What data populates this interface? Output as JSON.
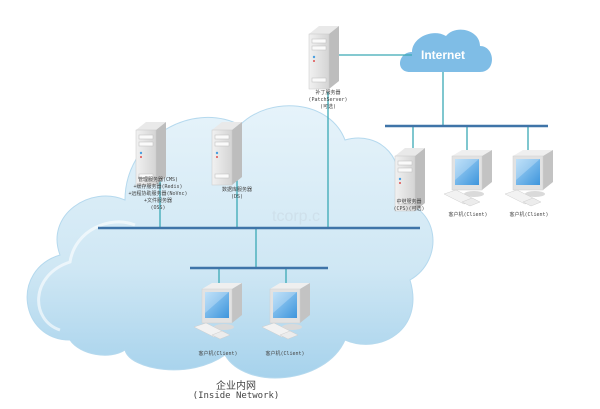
{
  "diagram": {
    "title": "企业内网",
    "subtitle": "(Inside Network)",
    "internet_label": "Internet",
    "watermark": "tcorp.c",
    "colors": {
      "cloud_main": "#cde6f4",
      "cloud_edge": "#a9d2ea",
      "cloud_internet": "#7fbde6",
      "bus": "#3f74a8",
      "link": "#3aa9b5",
      "screen": "#4a9fe0"
    },
    "nodes": {
      "patch_server": {
        "lines": [
          "补丁服务器",
          "(PatchServer)",
          "(可选)"
        ]
      },
      "cms_server": {
        "lines": [
          "管理服务器(CMS)",
          "+缓存服务器(Redis)",
          "+远程协助服务器(NoVnc)",
          "+文件服务器",
          "(OSS)"
        ]
      },
      "db_server": {
        "lines": [
          "数据库服务器",
          "(DS)"
        ]
      },
      "relay_server": {
        "lines": [
          "中继服务器",
          "(CPS)(可选)"
        ]
      },
      "ext_client_1": {
        "lines": [
          "客户机(Client)"
        ]
      },
      "ext_client_2": {
        "lines": [
          "客户机(Client)"
        ]
      },
      "int_client_1": {
        "lines": [
          "客户机(Client)"
        ]
      },
      "int_client_2": {
        "lines": [
          "客户机(Client)"
        ]
      }
    }
  }
}
